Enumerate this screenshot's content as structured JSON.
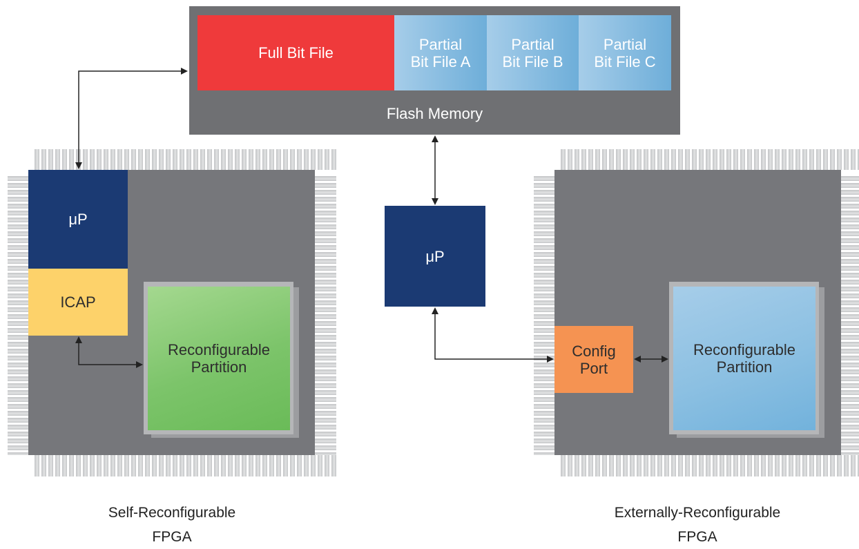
{
  "flash_memory": {
    "label": "Flash Memory",
    "full_bit_file": "Full Bit File",
    "partial_files": [
      {
        "line1": "Partial",
        "line2": "Bit File A"
      },
      {
        "line1": "Partial",
        "line2": "Bit File B"
      },
      {
        "line1": "Partial",
        "line2": "Bit File C"
      }
    ]
  },
  "self_fpga": {
    "up_label": "μP",
    "icap_label": "ICAP",
    "partition_line1": "Reconfigurable",
    "partition_line2": "Partition",
    "caption_line1": "Self-Reconfigurable",
    "caption_line2": "FPGA"
  },
  "external_up": {
    "label": "μP"
  },
  "external_fpga": {
    "config_line1": "Config",
    "config_line2": "Port",
    "partition_line1": "Reconfigurable",
    "partition_line2": "Partition",
    "caption_line1": "Externally-Reconfigurable",
    "caption_line2": "FPGA"
  },
  "colors": {
    "flash_gray": "#6f7073",
    "chip_gray": "#76777b",
    "full_bit_red": "#ef3a3b",
    "partial_blue": "#7fb6dc",
    "up_navy": "#1b3a73",
    "icap_yellow": "#fdd26a",
    "partition_green": "#7cc46a",
    "config_orange": "#f59352",
    "partition_blue": "#8cc0e2"
  }
}
